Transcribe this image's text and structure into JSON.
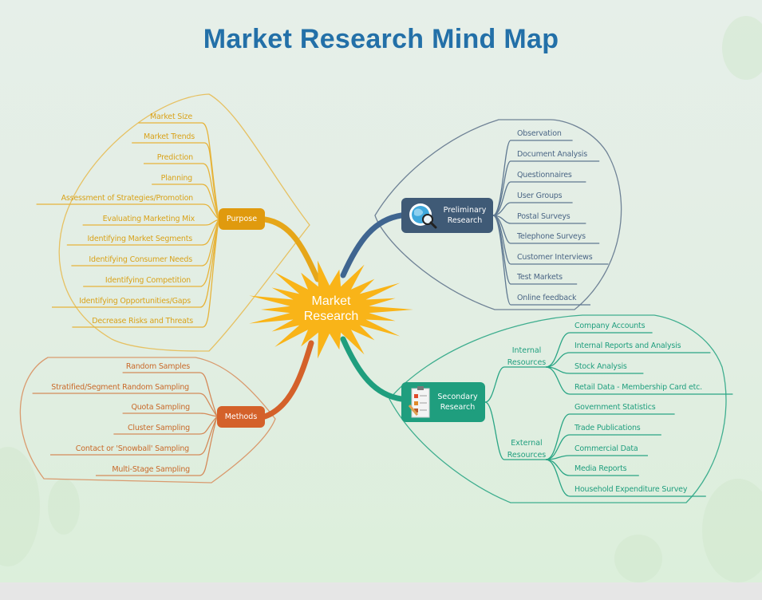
{
  "title": "Market Research Mind Map",
  "colors": {
    "title": "#2370a8",
    "center": "#f9b418",
    "purpose": "#e09a0e",
    "methods": "#d4612a",
    "preliminary": "#3f5a76",
    "secondary": "#1f9e7e"
  },
  "center": {
    "line1": "Market",
    "line2": "Research",
    "icon": "starburst-shape"
  },
  "purpose": {
    "label": "Purpose",
    "items": [
      "Market Size",
      "Market Trends",
      "Prediction",
      "Planning",
      "Assessment of Strategies/Promotion",
      "Evaluating Marketing Mix",
      "Identifying Market Segments",
      "Identifying Consumer Needs",
      "Identifying Competition",
      "Identifying Opportunities/Gaps",
      "Decrease Risks and Threats"
    ]
  },
  "methods": {
    "label": "Methods",
    "items": [
      "Random Samples",
      "Stratified/Segment Random Sampling",
      "Quota Sampling",
      "Cluster Sampling",
      "Contact or 'Snowball' Sampling",
      "Multi-Stage Sampling"
    ]
  },
  "preliminary": {
    "line1": "Preliminary",
    "line2": "Research",
    "icon": "globe-magnifier-icon",
    "items": [
      "Observation",
      "Document Analysis",
      "Questionnaires",
      "User Groups",
      "Postal Surveys",
      "Telephone Surveys",
      "Customer Interviews",
      "Test Markets",
      "Online feedback"
    ]
  },
  "secondary": {
    "line1": "Secondary",
    "line2": "Research",
    "icon": "clipboard-checklist-icon",
    "internal": {
      "line1": "Internal",
      "line2": "Resources",
      "items": [
        "Company Accounts",
        "Internal Reports and Analysis",
        "Stock Analysis",
        "Retail Data - Membership Card etc."
      ]
    },
    "external": {
      "line1": "External",
      "line2": "Resources",
      "items": [
        "Government Statistics",
        "Trade Publications",
        "Commercial Data",
        "Media Reports",
        "Household Expenditure Survey"
      ]
    }
  }
}
